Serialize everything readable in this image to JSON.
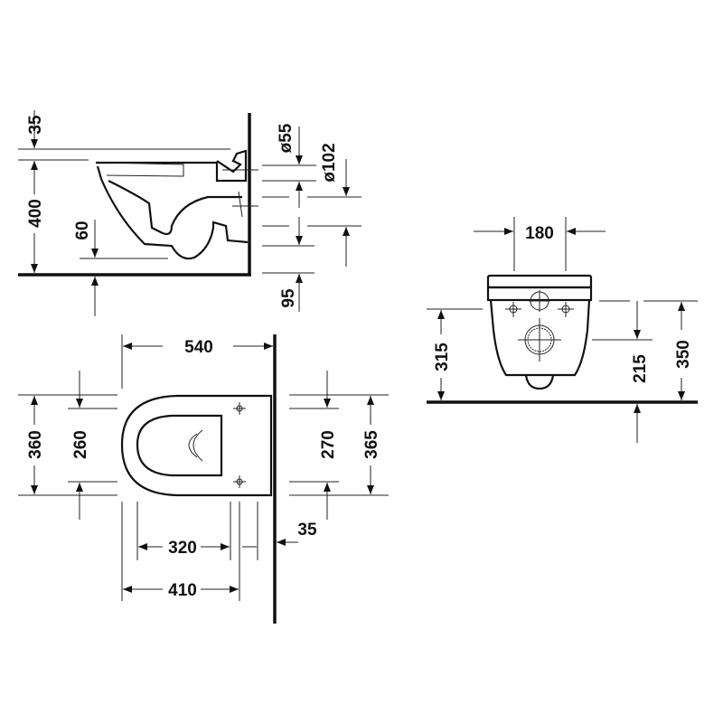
{
  "side_view": {
    "labels": {
      "top_gap": "35",
      "height": "400",
      "seat_offset": "60",
      "dia_small": "ø55",
      "dia_large": "ø102",
      "outlet_height": "95"
    }
  },
  "top_view": {
    "labels": {
      "length": "540",
      "fix_outer_left": "360",
      "fix_inner_left": "260",
      "fix_inner_right": "270",
      "fix_outer_right": "365",
      "inner_length": "320",
      "wall_gap": "35",
      "fix_length": "410"
    }
  },
  "front_view": {
    "labels": {
      "width": "180",
      "fix_height": "315",
      "outlet_center": "215",
      "top_height": "350"
    }
  }
}
